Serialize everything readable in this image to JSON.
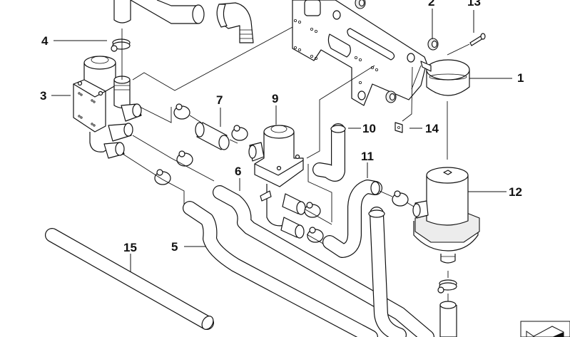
{
  "diagram": {
    "type": "exploded parts diagram",
    "subject": "auxiliary water pump / heater valve hose assembly",
    "colors": {
      "line": "#111111",
      "background": "#ffffff",
      "shade": "#ececec"
    },
    "callouts": [
      {
        "id": "1",
        "label": "1",
        "part": "pump mounting strap"
      },
      {
        "id": "2",
        "label": "2",
        "part": "rubber grommet"
      },
      {
        "id": "3",
        "label": "3",
        "part": "heater control valve"
      },
      {
        "id": "4",
        "label": "4",
        "part": "hose clamp"
      },
      {
        "id": "5",
        "label": "5",
        "part": "hose"
      },
      {
        "id": "6",
        "label": "6",
        "part": "hose"
      },
      {
        "id": "7",
        "label": "7",
        "part": "short hose"
      },
      {
        "id": "9",
        "label": "9",
        "part": "valve"
      },
      {
        "id": "10",
        "label": "10",
        "part": "hose"
      },
      {
        "id": "11",
        "label": "11",
        "part": "hose"
      },
      {
        "id": "12",
        "label": "12",
        "part": "auxiliary water pump"
      },
      {
        "id": "13",
        "label": "13",
        "part": "screw"
      },
      {
        "id": "14",
        "label": "14",
        "part": "clip nut"
      },
      {
        "id": "15",
        "label": "15",
        "part": "straight hose"
      }
    ],
    "corner_icon": "isometric-block-icon"
  }
}
